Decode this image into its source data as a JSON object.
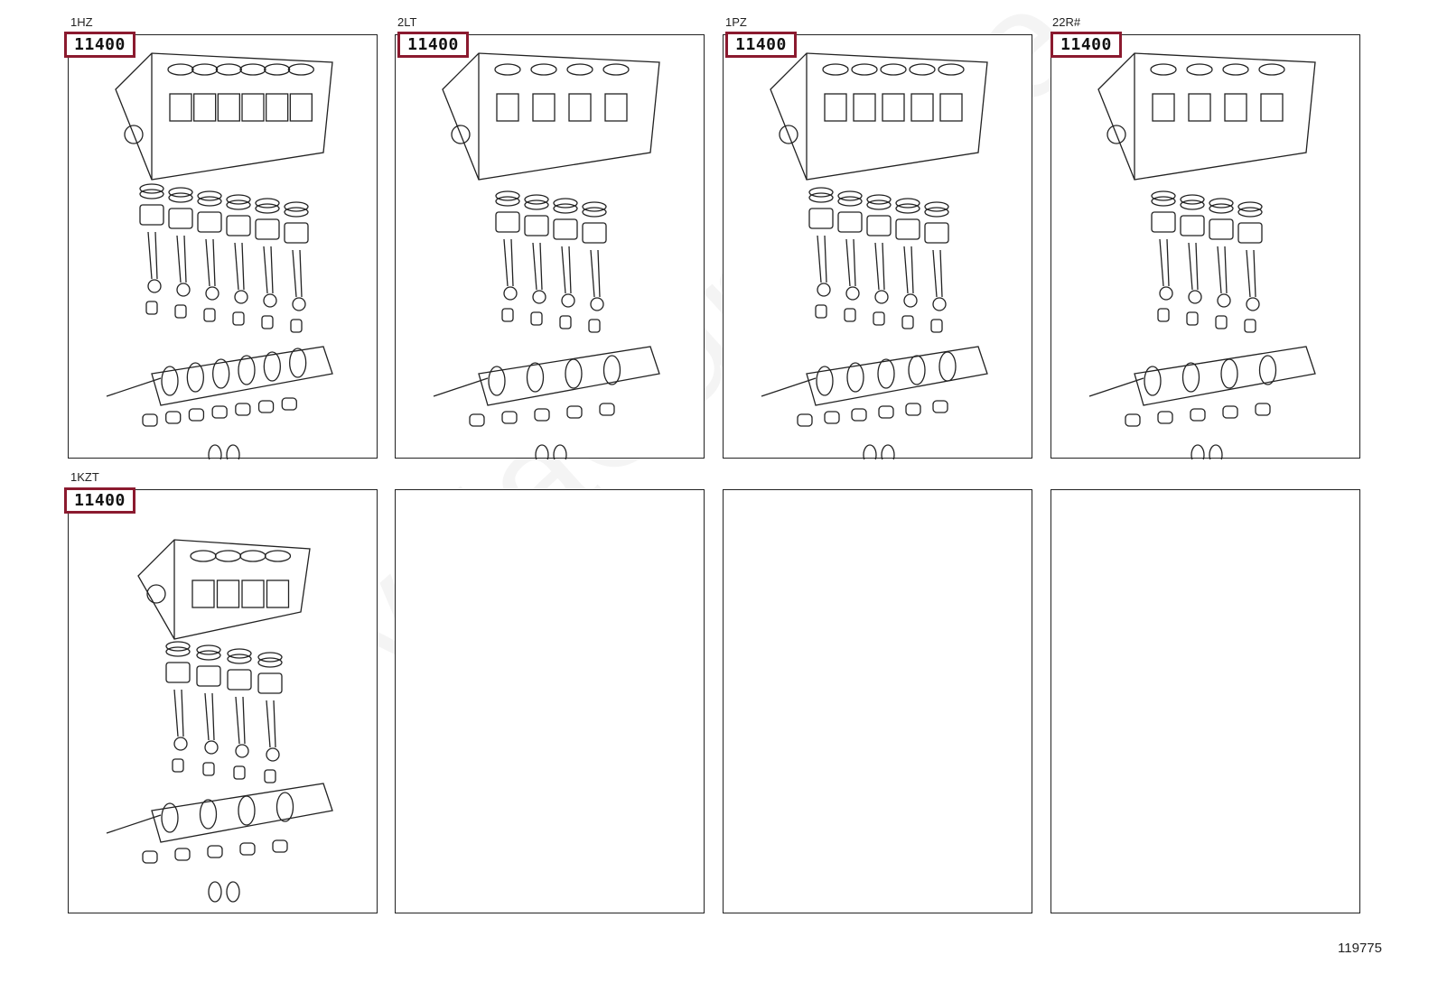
{
  "watermark": "ToyotaCarEnMe",
  "reference_number": "119775",
  "panels": [
    {
      "engine": "1HZ",
      "part_number": "11400",
      "drawing": "short-block-6cyl-diesel"
    },
    {
      "engine": "2LT",
      "part_number": "11400",
      "drawing": "short-block-4cyl-diesel"
    },
    {
      "engine": "1PZ",
      "part_number": "11400",
      "drawing": "short-block-5cyl-diesel"
    },
    {
      "engine": "22R#",
      "part_number": "11400",
      "drawing": "short-block-4cyl-gasoline"
    },
    {
      "engine": "1KZT",
      "part_number": "11400",
      "drawing": "short-block-4cyl-turbo-diesel"
    },
    {
      "engine": "",
      "part_number": "",
      "drawing": "empty"
    },
    {
      "engine": "",
      "part_number": "",
      "drawing": "empty"
    },
    {
      "engine": "",
      "part_number": "",
      "drawing": "empty"
    }
  ],
  "colors": {
    "badge_border": "#8b1a2f",
    "line": "#222222",
    "background": "#ffffff"
  }
}
